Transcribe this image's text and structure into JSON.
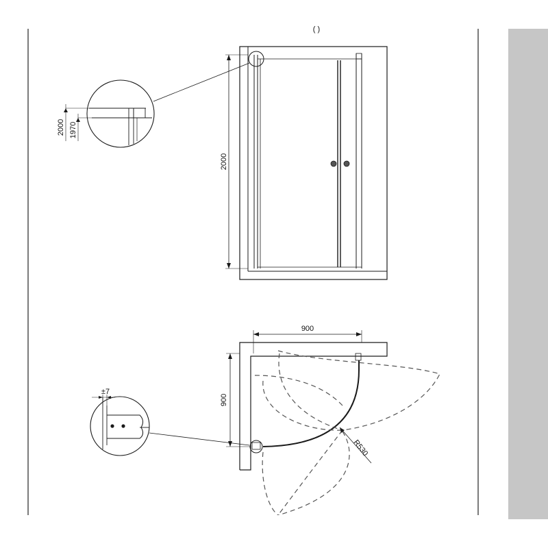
{
  "front_view": {
    "header_fragment": "(     )",
    "height_label": "2000",
    "detail_outer_label": "2000",
    "detail_inner_label": "1970"
  },
  "plan_view": {
    "width_label": "900",
    "depth_label": "900",
    "radius_label": "R530",
    "tolerance_label": "±7"
  },
  "colors": {
    "line": "#1a1a1a",
    "dashed": "#555555",
    "scrollbar": "#c6c6c6"
  }
}
